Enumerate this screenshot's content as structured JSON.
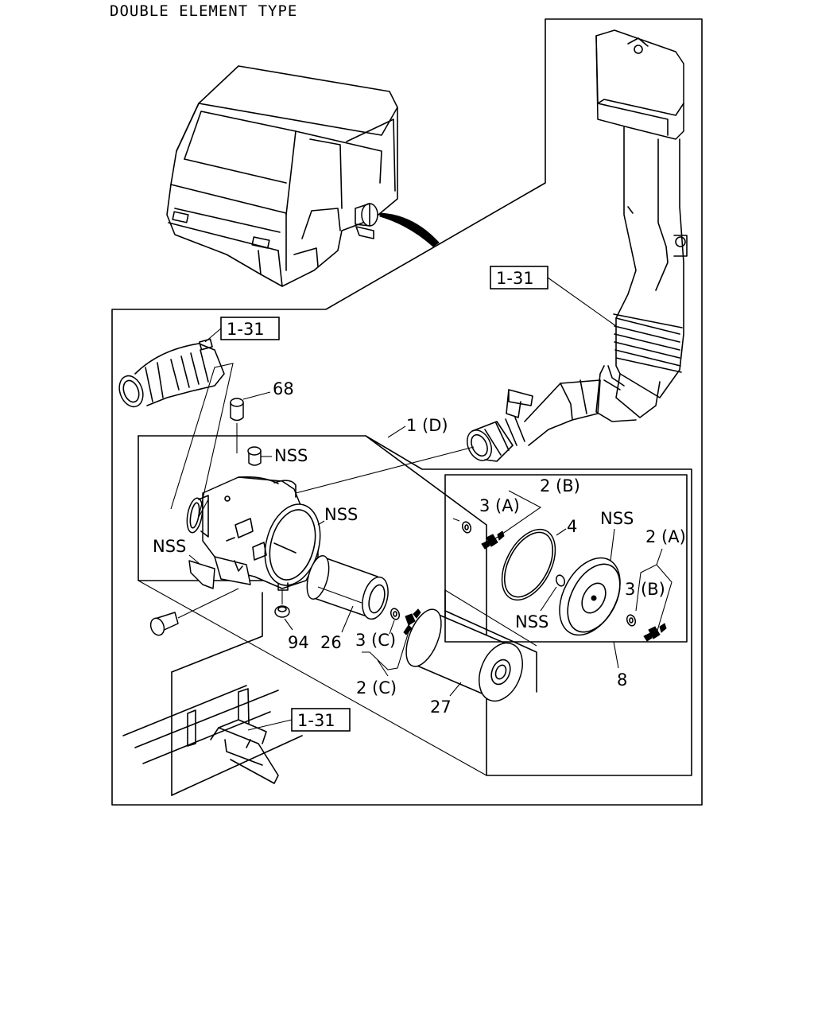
{
  "title": "DOUBLE ELEMENT TYPE",
  "labels": {
    "ref_upper_duct": "1-31",
    "ref_inlet_hose": "1-31",
    "ref_bracket": "1-31",
    "p68": "68",
    "nss_cap": "NSS",
    "p1d": "1 (D)",
    "nss_housing": "NSS",
    "nss_bracket": "NSS",
    "p94": "94",
    "p26": "26",
    "p3c": "3 (C)",
    "p2c": "2 (C)",
    "p27": "27",
    "p3a": "3 (A)",
    "p2b": "2 (B)",
    "p4": "4",
    "nss_cover": "NSS",
    "p2a": "2 (A)",
    "p3b": "3 (B)",
    "nss_washer": "NSS",
    "p8": "8"
  }
}
